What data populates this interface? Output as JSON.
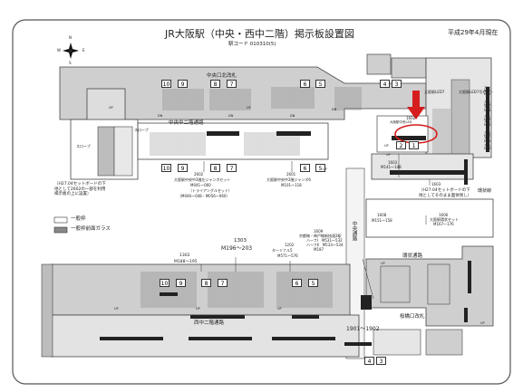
{
  "header": {
    "title": "JR大阪駅（中央・西中二階）掲示板設置図",
    "station_code": "駅コード 010310(5)",
    "date": "平成29年4月現在"
  },
  "compass": {
    "n": "N",
    "s": "S",
    "e": "E",
    "w": "W"
  },
  "areas": {
    "central_north_gate": "中央口北改札",
    "central_mezz_passage": "中央中二階通路",
    "west_mezz_passage": "西中二階通路",
    "central_passage": "中央通路",
    "loop_passage": "環状通路",
    "loop_line": "環状線",
    "sakurabashi_gate": "桜橋口改札",
    "slope_a": "スロープ",
    "slope_b": "スロープ"
  },
  "legend": {
    "normal": "一般枠",
    "glass": "一般枠前面ガラス"
  },
  "notes": {
    "left": "（H27.04セットボードの下地として2602の一部を利用掲示板の上に設置）",
    "right": "（H27.04セットボードの下地としてそのまま面体残し）"
  },
  "sets": {
    "s2602": {
      "code": "2602",
      "name": "大阪駅中央中2階左ジャンボセット",
      "range": "M041〜060",
      "sub": "（トライアングルセット）",
      "sub_range": "（M046〜048・M056〜060）"
    },
    "s2601": {
      "code": "2601",
      "name": "大阪駅中央中2階ジャンボ6",
      "range": "M101〜118"
    },
    "s1303": {
      "code": "1303",
      "range": "M196〜203"
    },
    "s1302": {
      "code": "1302",
      "range": "M188〜195"
    },
    "s1202": {
      "code": "1202",
      "name": "ターミナル5",
      "range": "M571〜576"
    },
    "s1609": {
      "code": "1609",
      "name": "京都線・神戸線新快速2駅",
      "l1": "ハーフⅠ　M531〜532",
      "l2": "ハーフⅡ　M533〜534",
      "l3": "M187"
    },
    "s1603": {
      "code": "1603",
      "range": "M141〜148"
    },
    "s1603b": {
      "code": "1603"
    },
    "s1606": {
      "code": "1606",
      "name": "大阪駅環状セット",
      "range": "M167〜176"
    },
    "s1608": {
      "code": "1608",
      "range": "M151〜158"
    },
    "s1901": {
      "code": "1901〜1902"
    },
    "s1602": {
      "code": "1602",
      "line": "大阪駅中央LED"
    }
  },
  "led": {
    "a": "大阪駅LED7",
    "b": "大阪駅LED7号セット"
  },
  "right_codes": [
    "760",
    "761",
    "762",
    "763",
    "764",
    "765",
    "766",
    "767",
    "768"
  ],
  "right_mcodes": [
    "M61",
    "M62",
    "M63",
    "M64",
    "M65",
    "M66",
    "M67",
    "M68",
    "M69"
  ],
  "boxes": {
    "top": [
      "10",
      "9",
      "8",
      "7",
      "6",
      "5",
      "4",
      "3"
    ],
    "mid": [
      "10",
      "9",
      "8",
      "7",
      "6",
      "5"
    ],
    "bottom": [
      "10",
      "9",
      "8",
      "7",
      "6",
      "5"
    ],
    "right": [
      "2",
      "1"
    ],
    "br": [
      "4",
      "3"
    ]
  },
  "small": {
    "up": "UP",
    "dn": "DN"
  }
}
